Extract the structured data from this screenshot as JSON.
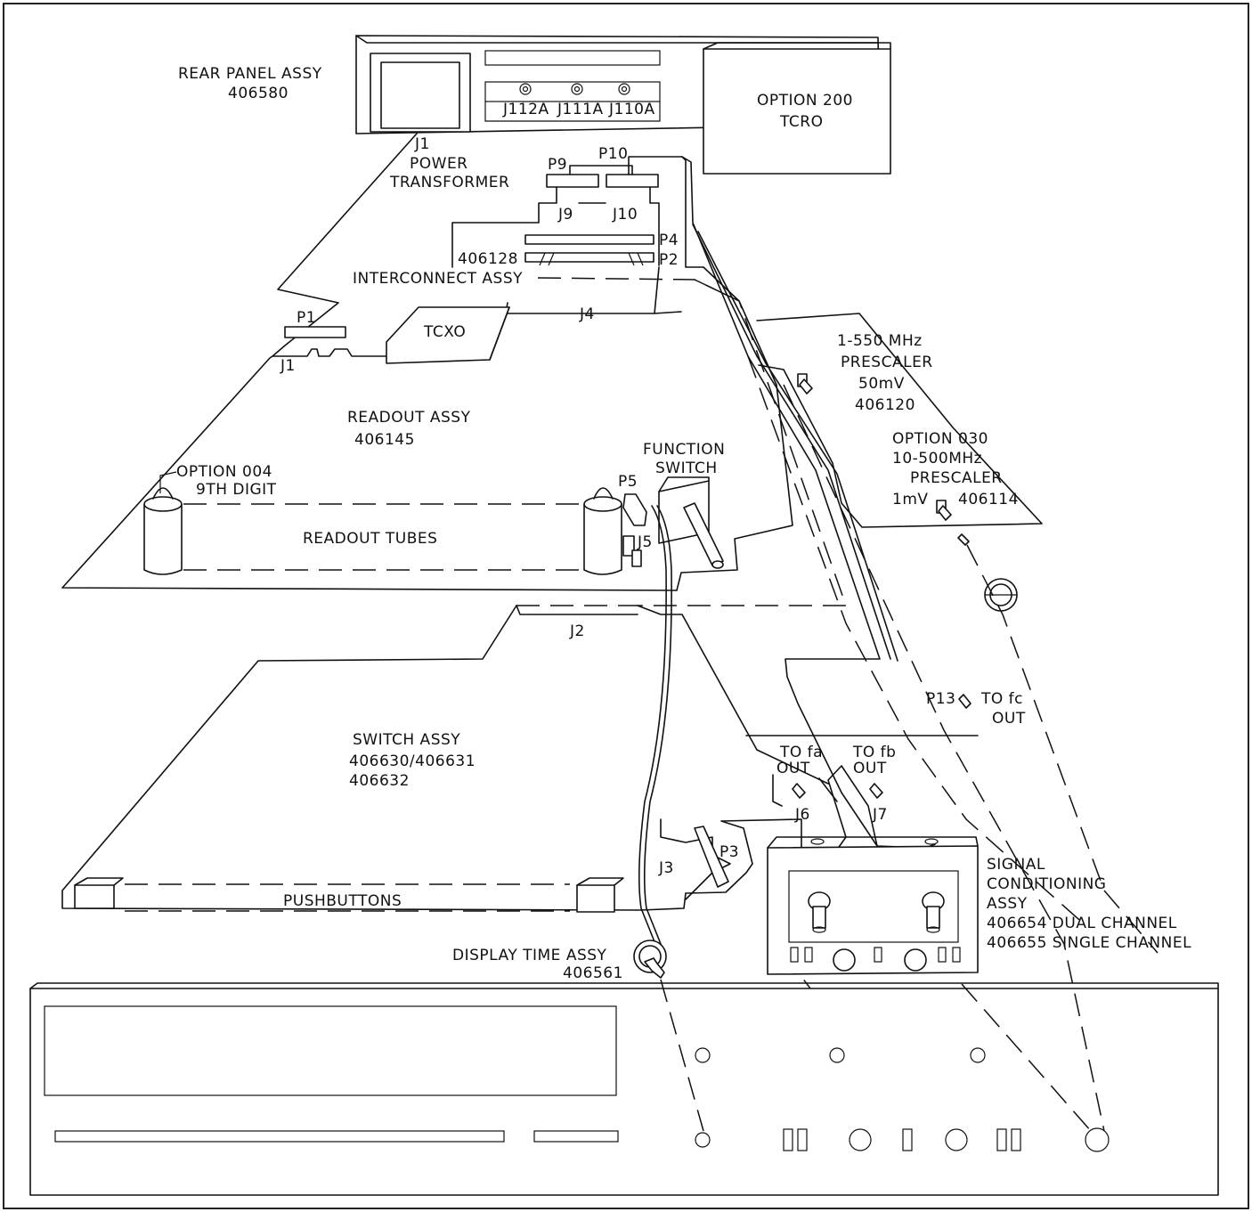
{
  "labels": {
    "rear_panel": [
      "REAR PANEL ASSY",
      "406580"
    ],
    "j112a": "J112A",
    "j111a": "J111A",
    "j110a": "J110A",
    "option200": [
      "OPTION 200",
      "TCRO"
    ],
    "power_transformer": [
      "J1",
      "POWER",
      "TRANSFORMER"
    ],
    "p9": "P9",
    "p10": "P10",
    "j9": "J9",
    "j10": "J10",
    "p4": "P4",
    "p2": "P2",
    "interconnect": [
      "406128",
      "INTERCONNECT ASSY"
    ],
    "p1": "P1",
    "j1_readout": "J1",
    "tcxo": "TCXO",
    "j4": "J4",
    "prescaler_550": [
      "1-550 MHz",
      "PRESCALER",
      "50mV",
      "406120"
    ],
    "option030": [
      "OPTION 030",
      "10-500MHz",
      "PRESCALER",
      "1mV",
      "406114"
    ],
    "readout_assy": [
      "READOUT ASSY",
      "406145"
    ],
    "function_switch": [
      "FUNCTION",
      "SWITCH"
    ],
    "option004": [
      "OPTION 004",
      "9TH DIGIT"
    ],
    "p5": "P5",
    "j5": "J5",
    "readout_tubes": "READOUT TUBES",
    "j2": "J2",
    "p13": "P13",
    "to_fc": [
      "TO fc",
      "OUT"
    ],
    "switch_assy": [
      "SWITCH ASSY",
      "406630/406631",
      "406632"
    ],
    "to_fa": [
      "TO fa",
      "OUT"
    ],
    "to_fb": [
      "TO fb",
      "OUT"
    ],
    "j6": "J6",
    "j7": "J7",
    "p3": "P3",
    "j3": "J3",
    "signal_conditioning": [
      "SIGNAL",
      "CONDITIONING",
      "ASSY",
      "406654 DUAL CHANNEL",
      "406655 SINGLE CHANNEL"
    ],
    "pushbuttons": "PUSHBUTTONS",
    "display_time": [
      "DISPLAY TIME ASSY",
      "406561"
    ]
  }
}
